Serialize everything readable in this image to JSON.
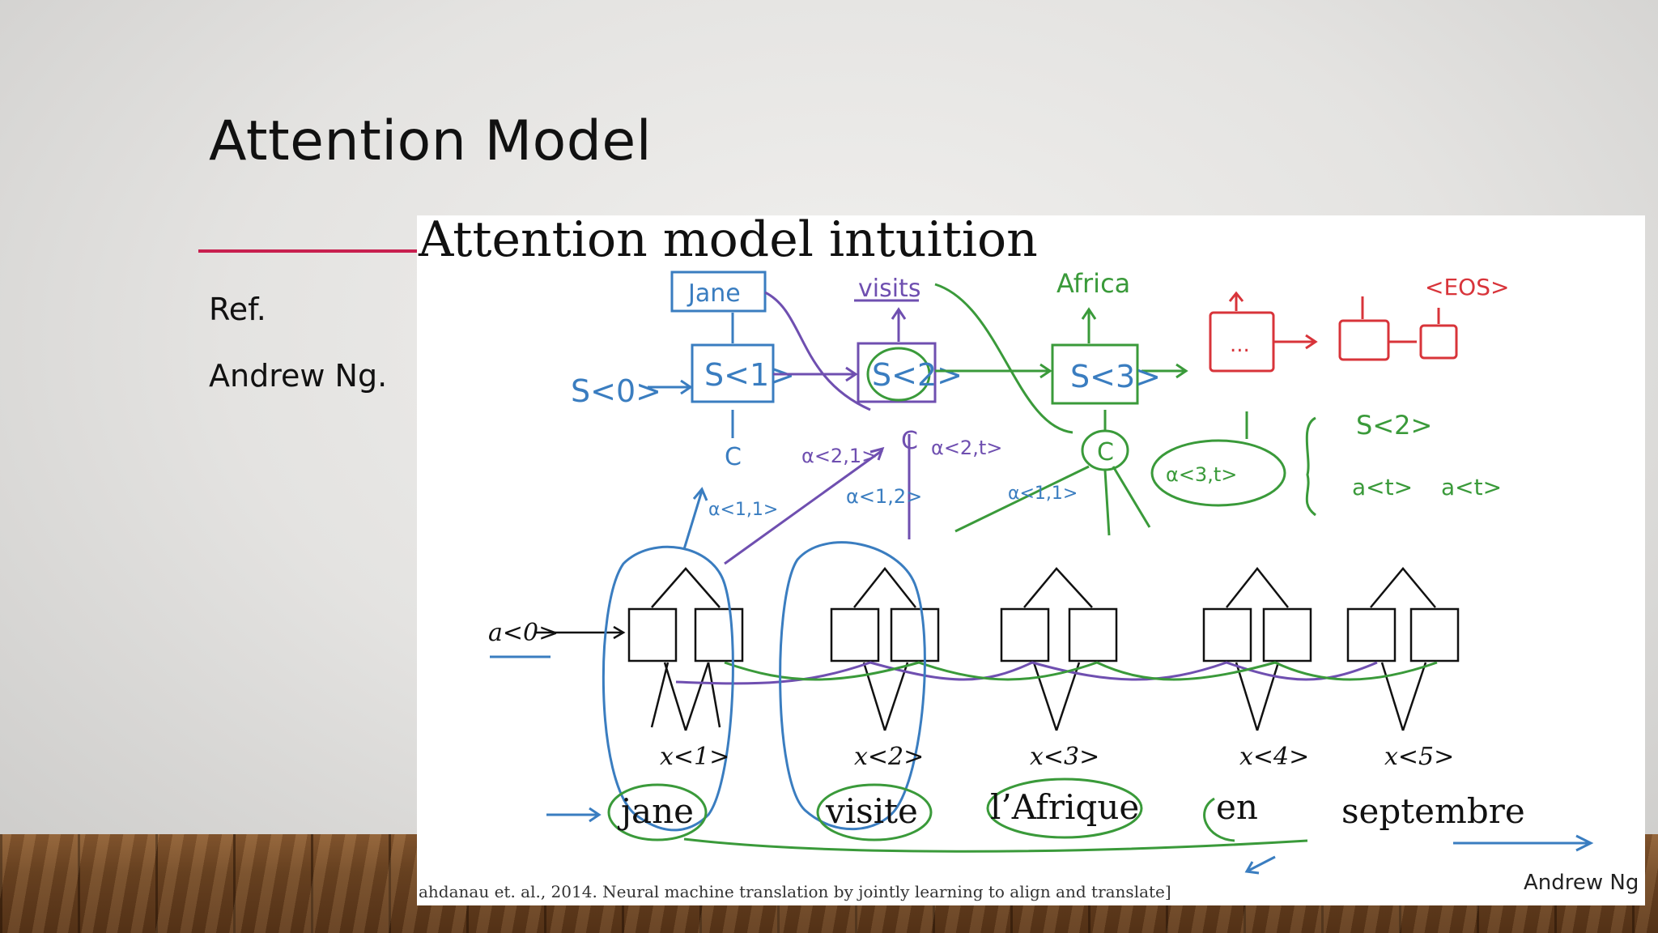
{
  "slide": {
    "title": "Attention Model",
    "bullets": [
      "Ref.",
      "Andrew Ng."
    ]
  },
  "figure": {
    "heading": "Attention model intuition",
    "credit": "Andrew Ng",
    "citation": "ahdanau et. al., 2014. Neural machine translation by jointly learning to align and translate]",
    "input_activation": "a<0>",
    "inputs": [
      {
        "x": "x<1>",
        "word": "jane"
      },
      {
        "x": "x<2>",
        "word": "visite"
      },
      {
        "x": "x<3>",
        "word": "l’Afrique"
      },
      {
        "x": "x<4>",
        "word": "en"
      },
      {
        "x": "x<5>",
        "word": "septembre"
      }
    ],
    "annotations": {
      "out1": "Jane",
      "out2": "visits",
      "out3": "Africa",
      "out_end": "<EOS>",
      "s0": "S<0>",
      "s1": "S<1>",
      "s2": "S<2>",
      "s3": "S<3>",
      "s_dots": "...",
      "c": "C",
      "alpha11": "α<1,1>",
      "alpha12": "α<1,2>",
      "alpha21": "α<2,1>",
      "alpha2t": "α<2,t>",
      "alpha_3t": "α<3,t>",
      "alpha_s": "S<2>",
      "a_fwd": "a<t>",
      "a_bwd": "a<t>"
    },
    "colors": {
      "blue": "#3a7dc0",
      "purple": "#6f4fb0",
      "green": "#3a9a3a",
      "red": "#d8343a",
      "black": "#111111"
    }
  }
}
